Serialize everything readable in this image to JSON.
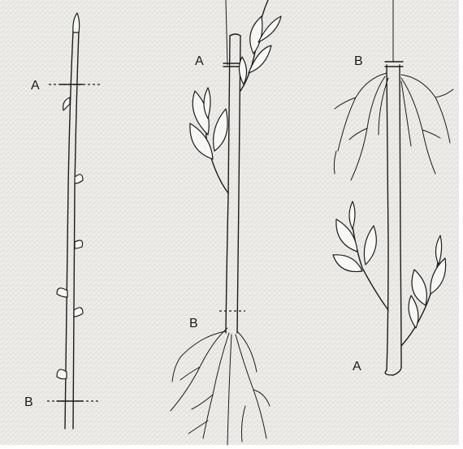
{
  "figure": {
    "colors": {
      "paper": "#ecebe8",
      "ink": "#1c1c1c"
    },
    "stage1": {
      "label_top": "A",
      "label_bottom": "B"
    },
    "stage2": {
      "label_top": "A",
      "label_bottom": "B"
    },
    "stage3": {
      "label_top": "B",
      "label_bottom": "A"
    }
  }
}
